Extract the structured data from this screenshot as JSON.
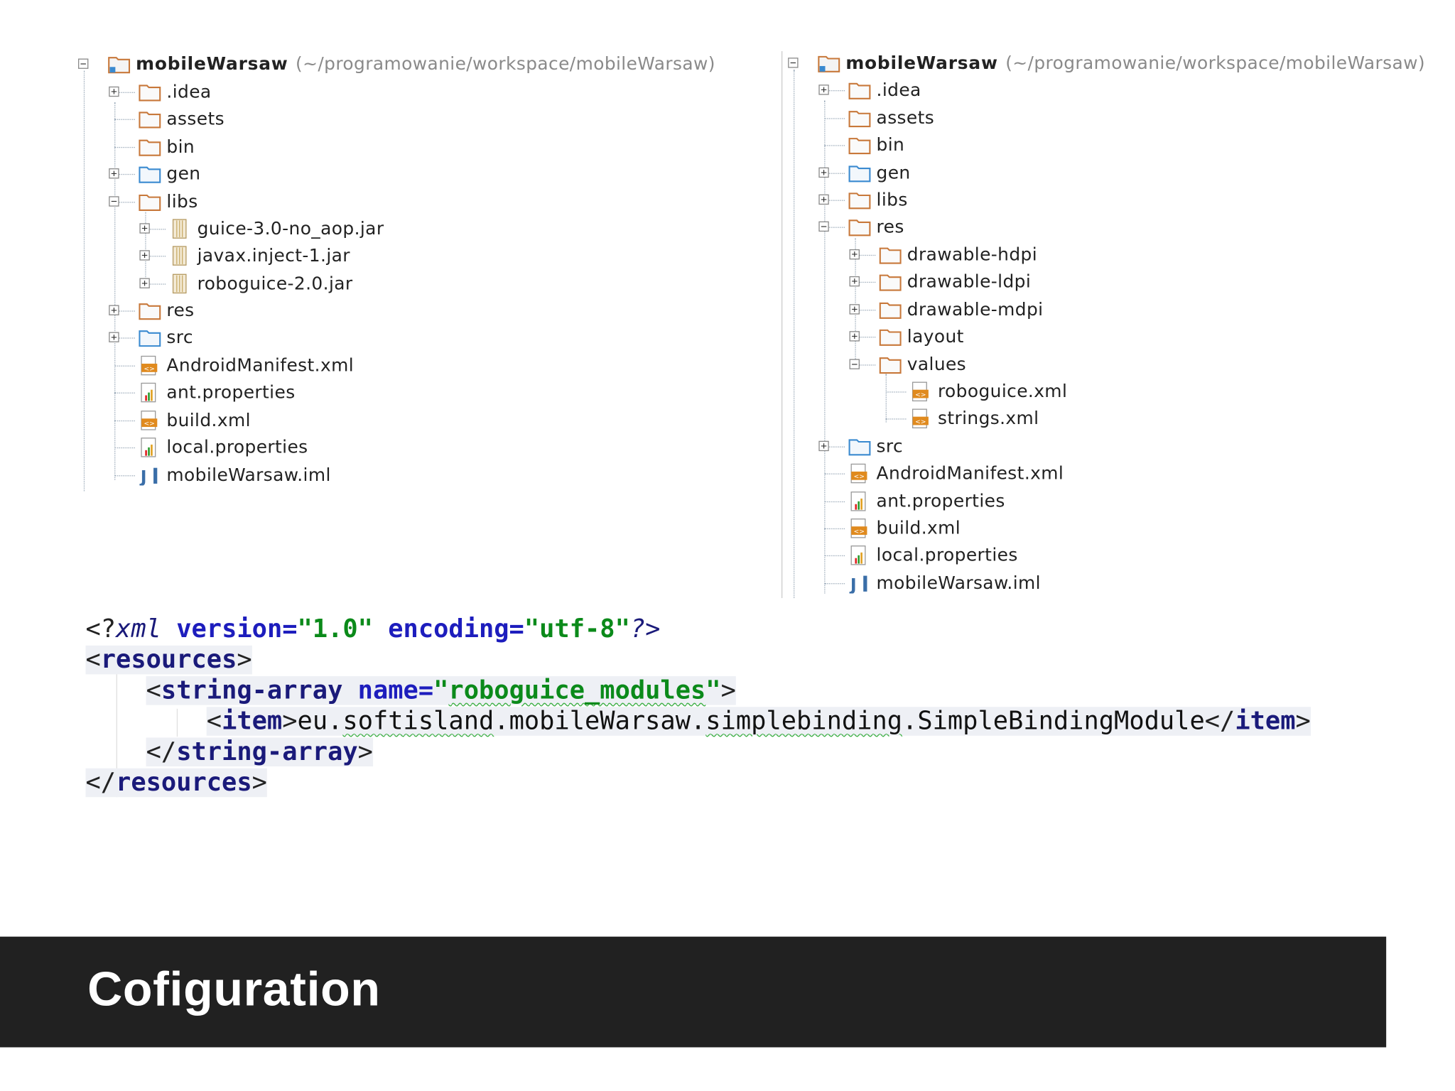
{
  "left_tree": {
    "root": {
      "name": "mobileWarsaw",
      "path": "(~/programowanie/workspace/mobileWarsaw)"
    },
    "items": [
      {
        "name": ".idea",
        "icon": "folder-icon"
      },
      {
        "name": "assets",
        "icon": "folder-icon"
      },
      {
        "name": "bin",
        "icon": "folder-icon"
      },
      {
        "name": "gen",
        "icon": "source-folder-icon"
      },
      {
        "name": "libs",
        "icon": "folder-icon"
      },
      {
        "name": "guice-3.0-no_aop.jar",
        "icon": "jar-icon"
      },
      {
        "name": "javax.inject-1.jar",
        "icon": "jar-icon"
      },
      {
        "name": "roboguice-2.0.jar",
        "icon": "jar-icon"
      },
      {
        "name": "res",
        "icon": "folder-icon"
      },
      {
        "name": "src",
        "icon": "source-folder-icon"
      },
      {
        "name": "AndroidManifest.xml",
        "icon": "xml-file-icon"
      },
      {
        "name": "ant.properties",
        "icon": "properties-file-icon"
      },
      {
        "name": "build.xml",
        "icon": "xml-file-icon"
      },
      {
        "name": "local.properties",
        "icon": "properties-file-icon"
      },
      {
        "name": "mobileWarsaw.iml",
        "icon": "iml-file-icon"
      }
    ]
  },
  "right_tree": {
    "root": {
      "name": "mobileWarsaw",
      "path": "(~/programowanie/workspace/mobileWarsaw)"
    },
    "items": [
      {
        "name": ".idea",
        "icon": "folder-icon"
      },
      {
        "name": "assets",
        "icon": "folder-icon"
      },
      {
        "name": "bin",
        "icon": "folder-icon"
      },
      {
        "name": "gen",
        "icon": "source-folder-icon"
      },
      {
        "name": "libs",
        "icon": "folder-icon"
      },
      {
        "name": "res",
        "icon": "folder-icon"
      },
      {
        "name": "drawable-hdpi",
        "icon": "folder-icon"
      },
      {
        "name": "drawable-ldpi",
        "icon": "folder-icon"
      },
      {
        "name": "drawable-mdpi",
        "icon": "folder-icon"
      },
      {
        "name": "layout",
        "icon": "folder-icon"
      },
      {
        "name": "values",
        "icon": "folder-icon"
      },
      {
        "name": "roboguice.xml",
        "icon": "xml-file-icon"
      },
      {
        "name": "strings.xml",
        "icon": "xml-file-icon"
      },
      {
        "name": "src",
        "icon": "source-folder-icon"
      },
      {
        "name": "AndroidManifest.xml",
        "icon": "xml-file-icon"
      },
      {
        "name": "ant.properties",
        "icon": "properties-file-icon"
      },
      {
        "name": "build.xml",
        "icon": "xml-file-icon"
      },
      {
        "name": "local.properties",
        "icon": "properties-file-icon"
      },
      {
        "name": "mobileWarsaw.iml",
        "icon": "iml-file-icon"
      }
    ]
  },
  "code": {
    "line1": {
      "open": "<?",
      "pi": "xml",
      "attr1": "version=",
      "val1": "\"1.0\"",
      "attr2": "encoding=",
      "val2": "\"utf-8\"",
      "close": "?>"
    },
    "line2": {
      "open": "<",
      "tag": "resources",
      "close": ">"
    },
    "line3": {
      "open": "<",
      "tag": "string-array",
      "attr": "name=",
      "q1": "\"",
      "val": "roboguice_modules",
      "q2": "\"",
      "close": ">"
    },
    "line4": {
      "open": "<",
      "tag": "item",
      "close": ">",
      "text_a": "eu.",
      "text_b": "softisland",
      "text_c": ".mobileWarsaw.",
      "text_d": "simplebinding",
      "text_e": ".SimpleBindingModule",
      "eopen": "</",
      "etag": "item",
      "eclose": ">"
    },
    "line5": {
      "open": "</",
      "tag": "string-array",
      "close": ">"
    },
    "line6": {
      "open": "</",
      "tag": "resources",
      "close": ">"
    }
  },
  "footer": {
    "title": "Cofiguration"
  },
  "colors": {
    "footer_bg": "#212121",
    "folder": "#c8783a",
    "source_folder": "#3a8ad0",
    "xml_icon": "#e08a1e"
  }
}
